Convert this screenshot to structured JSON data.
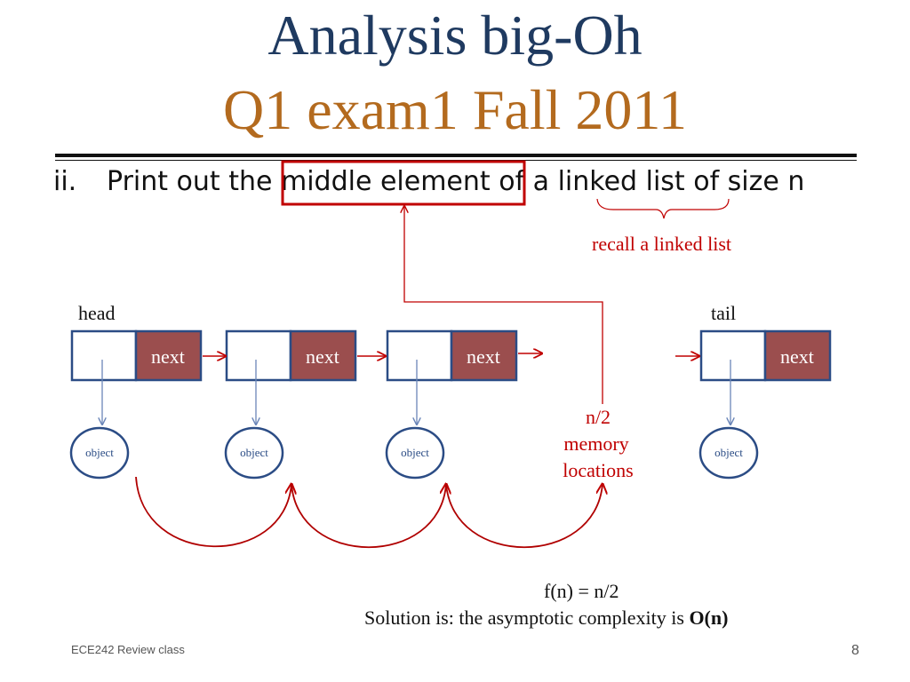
{
  "title": {
    "line1": "Analysis big-Oh",
    "line2": "Q1 exam1 Fall 2011"
  },
  "question": {
    "number": "ii.",
    "part1": "Print out the ",
    "highlight": "middle element",
    "part2": " of a ",
    "underline_target": "linked list",
    "part3": " of size n"
  },
  "annotation": "recall a linked list",
  "labels": {
    "head": "head",
    "tail": "tail"
  },
  "nodes": [
    {
      "next_label": "next",
      "object_label": "object"
    },
    {
      "next_label": "next",
      "object_label": "object"
    },
    {
      "next_label": "next",
      "object_label": "object"
    },
    {
      "next_label": "next",
      "object_label": "object"
    }
  ],
  "memory_note": [
    "n/2",
    "memory",
    "locations"
  ],
  "formula": "f(n) = n/2",
  "solution": {
    "prefix": "Solution is:  the asymptotic complexity is ",
    "bold": "O(n)"
  },
  "footer": "ECE242 Review class",
  "page_number": "8",
  "colors": {
    "title_blue": "#1f3a60",
    "title_orange": "#b36a1e",
    "accent_red": "#c00000",
    "next_fill": "#9b4e4e",
    "node_border": "#2b4c85"
  }
}
